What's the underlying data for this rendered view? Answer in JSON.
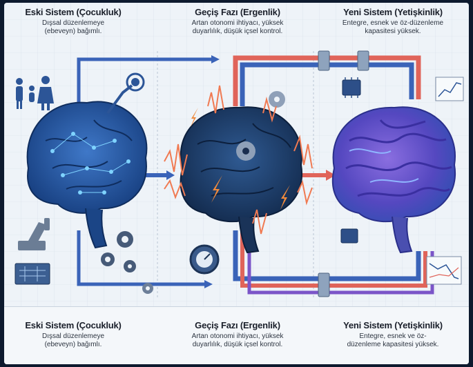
{
  "top_labels": [
    {
      "title": "Eski Sistem (Çocukluk)",
      "desc_l1": "Dışsal düzenlemeye",
      "desc_l2": "(ebeveyn) bağımlı."
    },
    {
      "title": "Geçiş Fazı (Ergenlik)",
      "desc_l1": "Artan otonomi ihtiyacı, yüksek",
      "desc_l2": "duyarlılık, düşük içsel kontrol."
    },
    {
      "title": "Yeni Sistem (Yetişkinlik)",
      "desc_l1": "Entegre, esnek ve öz-düzenleme",
      "desc_l2": "kapasitesi yüksek."
    }
  ],
  "bottom_labels": [
    {
      "title": "Eski Sistem (Çocukluk)",
      "desc_l1": "Dışsal düzenlemeye",
      "desc_l2": "(ebeveyn) bağımlı."
    },
    {
      "title": "Geçiş Fazı (Ergenlik)",
      "desc_l1": "Artan otonomi ihtiyacı, yüksek",
      "desc_l2": "duyarlılık, düşük içsel kontrol."
    },
    {
      "title": "Yeni Sistem (Yetişkinlik)",
      "desc_l1": "Entegre, esnek ve öz-",
      "desc_l2": "düzenleme kapasitesi yüksek."
    }
  ],
  "colors": {
    "child_brain": "#1f4f9a",
    "teen_brain": "#1e3d6b",
    "adult_brain": "#5b4fc4",
    "pipe_red": "#e0645a",
    "pipe_blue": "#3a63b8",
    "spark": "#f07a52"
  },
  "icons": [
    "parent-child-icon",
    "robot-arm-icon",
    "gear-icon",
    "circuit-board-icon",
    "chip-icon",
    "graph-icon",
    "dial-icon"
  ]
}
